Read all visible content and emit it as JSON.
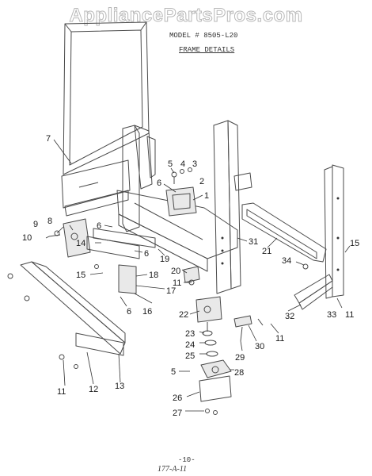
{
  "watermark": "AppliancePartsPros.com",
  "header": {
    "model": "MODEL # 8505-L20",
    "title": "FRAME DETAILS"
  },
  "footer": {
    "page_number": "-10-",
    "code": "177-A-11"
  },
  "callouts": [
    "1",
    "2",
    "3",
    "4",
    "5",
    "6",
    "7",
    "8",
    "9",
    "10",
    "11",
    "12",
    "13",
    "14",
    "15",
    "16",
    "17",
    "18",
    "19",
    "20",
    "21",
    "22",
    "23",
    "24",
    "25",
    "26",
    "27",
    "28",
    "29",
    "30",
    "31",
    "32",
    "33",
    "34"
  ],
  "labels": [
    {
      "id": "7",
      "text": "7"
    },
    {
      "id": "5a",
      "text": "5"
    },
    {
      "id": "4",
      "text": "4"
    },
    {
      "id": "3",
      "text": "3"
    },
    {
      "id": "2",
      "text": "2"
    },
    {
      "id": "6a",
      "text": "6"
    },
    {
      "id": "1",
      "text": "1"
    },
    {
      "id": "9",
      "text": "9"
    },
    {
      "id": "8",
      "text": "8"
    },
    {
      "id": "6b",
      "text": "6"
    },
    {
      "id": "10",
      "text": "10"
    },
    {
      "id": "14",
      "text": "14"
    },
    {
      "id": "6c",
      "text": "6"
    },
    {
      "id": "19",
      "text": "19"
    },
    {
      "id": "31",
      "text": "31"
    },
    {
      "id": "21",
      "text": "21"
    },
    {
      "id": "15a",
      "text": "15"
    },
    {
      "id": "34",
      "text": "34"
    },
    {
      "id": "15b",
      "text": "15"
    },
    {
      "id": "18",
      "text": "18"
    },
    {
      "id": "20",
      "text": "20"
    },
    {
      "id": "11a",
      "text": "11"
    },
    {
      "id": "17",
      "text": "17"
    },
    {
      "id": "6d",
      "text": "6"
    },
    {
      "id": "16",
      "text": "16"
    },
    {
      "id": "22",
      "text": "22"
    },
    {
      "id": "32",
      "text": "32"
    },
    {
      "id": "33",
      "text": "33"
    },
    {
      "id": "11b",
      "text": "11"
    },
    {
      "id": "11c",
      "text": "11"
    },
    {
      "id": "30",
      "text": "30"
    },
    {
      "id": "23",
      "text": "23"
    },
    {
      "id": "24",
      "text": "24"
    },
    {
      "id": "25",
      "text": "25"
    },
    {
      "id": "29",
      "text": "29"
    },
    {
      "id": "5b",
      "text": "5"
    },
    {
      "id": "28",
      "text": "28"
    },
    {
      "id": "11d",
      "text": "11"
    },
    {
      "id": "12",
      "text": "12"
    },
    {
      "id": "13",
      "text": "13"
    },
    {
      "id": "26",
      "text": "26"
    },
    {
      "id": "27",
      "text": "27"
    }
  ]
}
